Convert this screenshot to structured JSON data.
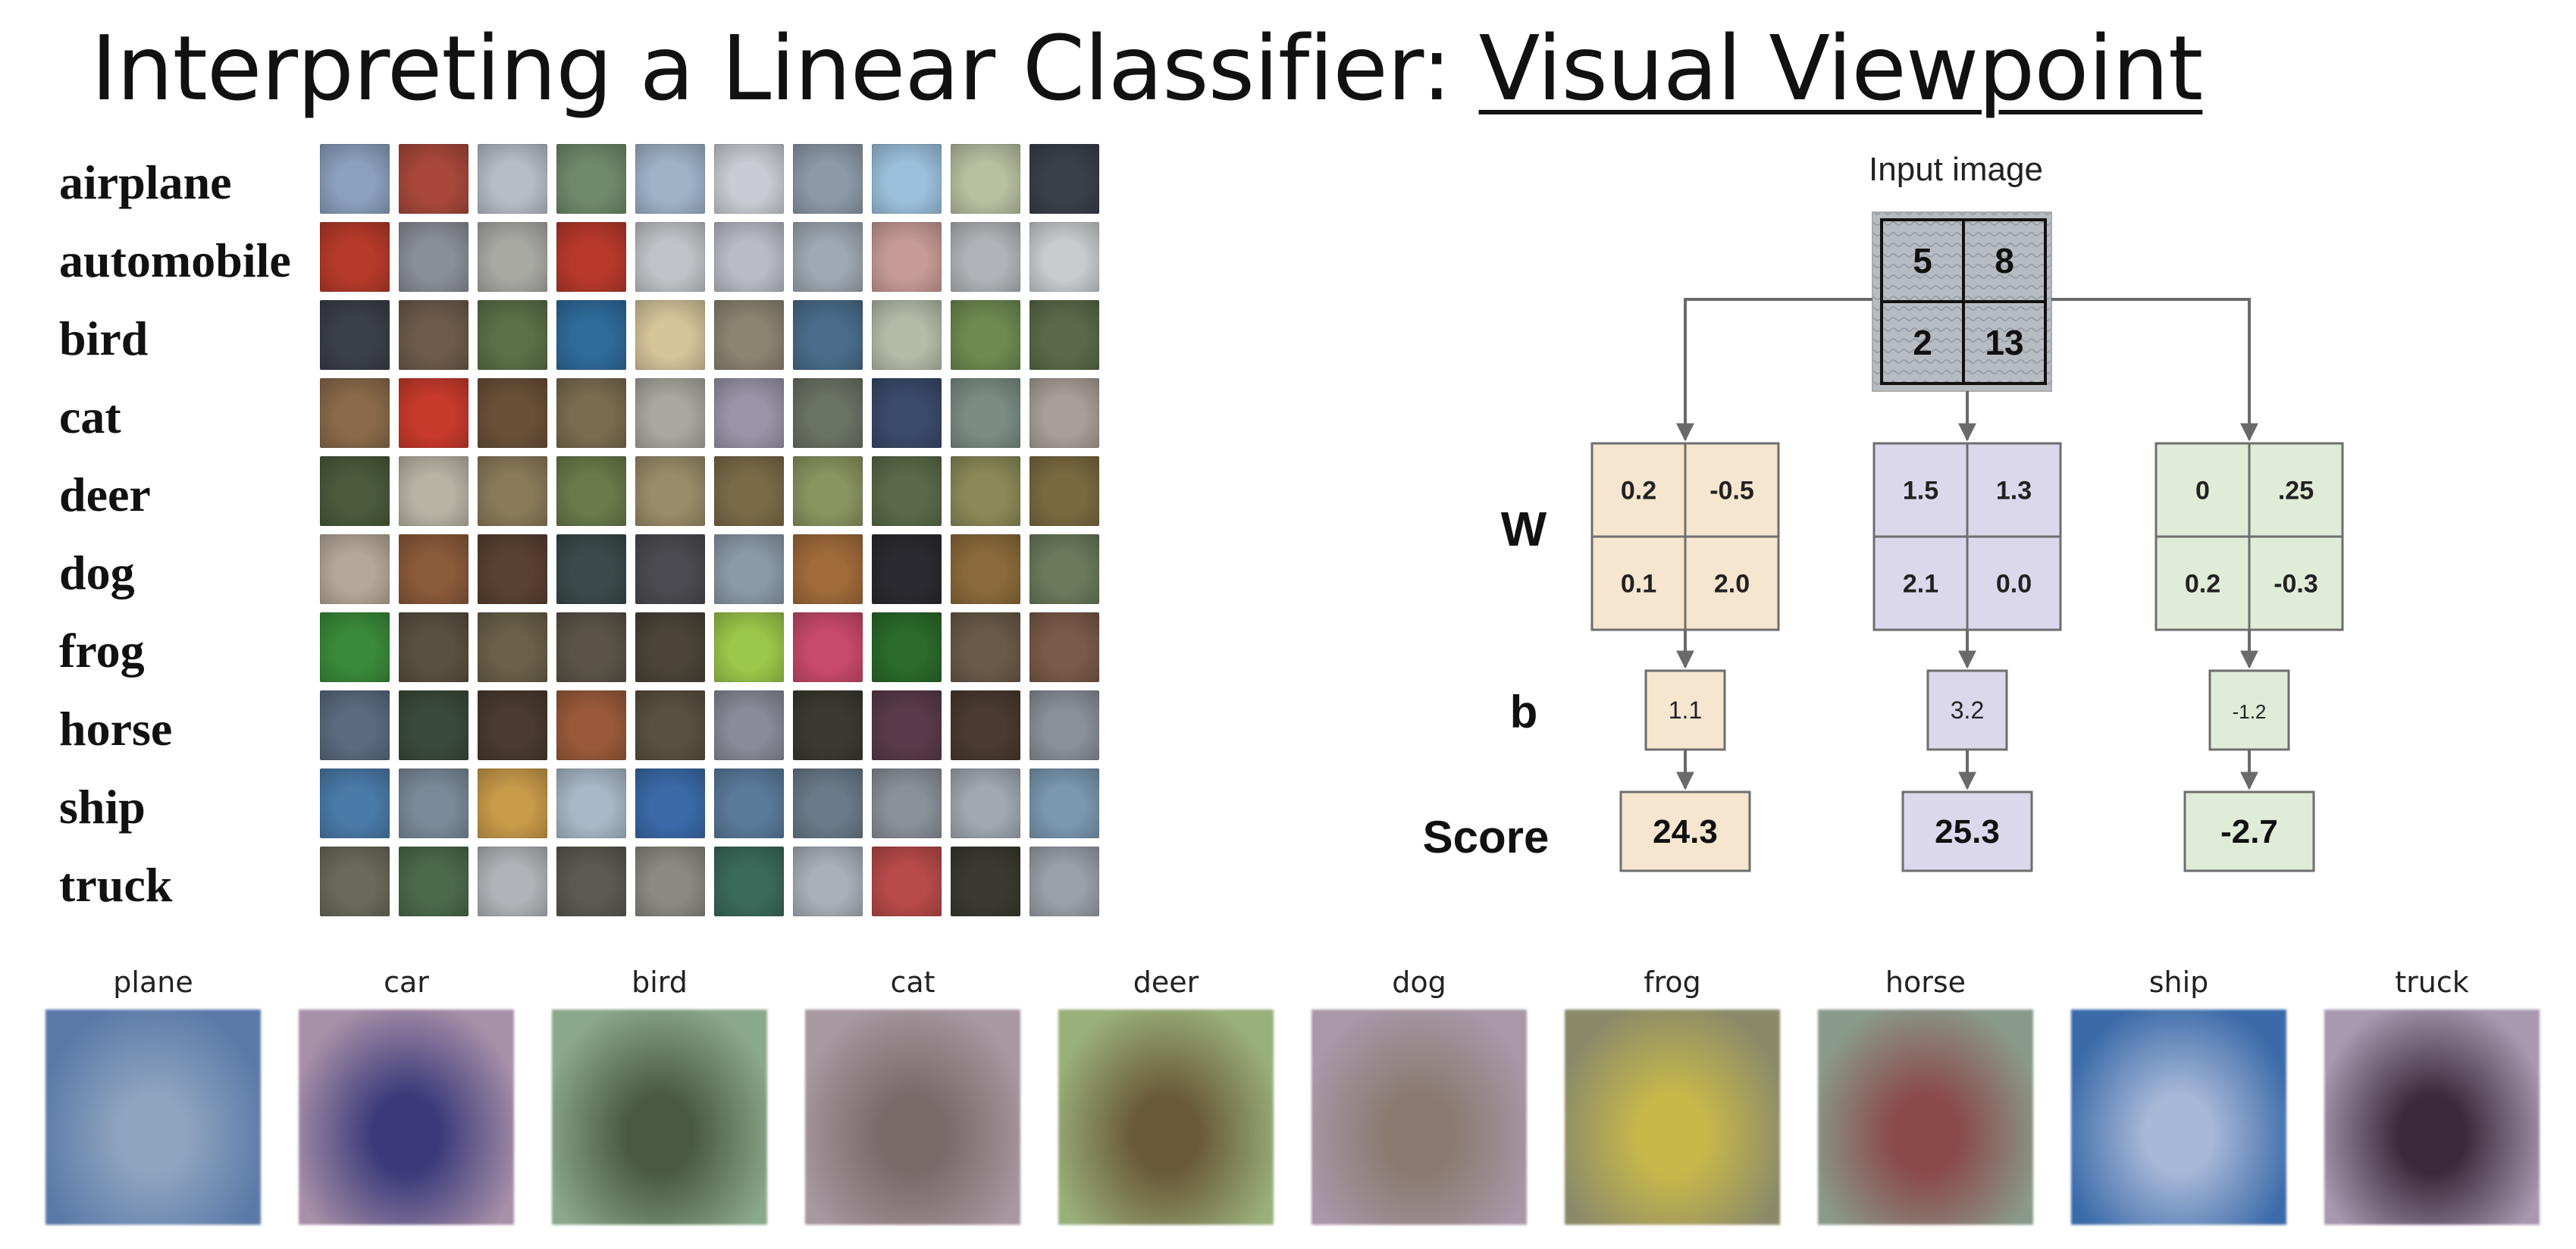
{
  "title": {
    "prefix": "Interpreting a Linear Classifier: ",
    "highlight": "Visual Viewpoint"
  },
  "cifar": {
    "classes": [
      {
        "label": "airplane",
        "thumbs": [
          "#8aa0bd",
          "#a8483a",
          "#b7bcc6",
          "#6f8a6a",
          "#9fb3c8",
          "#c9ccd2",
          "#8d99a8",
          "#9cc0dc",
          "#b8c0a0",
          "#3a3f4a"
        ]
      },
      {
        "label": "automobile",
        "thumbs": [
          "#b63a2a",
          "#8a8f96",
          "#a9a9a4",
          "#b8392c",
          "#c0c4c8",
          "#b9bcc4",
          "#9ea8b2",
          "#c79b95",
          "#b0b4b8",
          "#c8ccce"
        ]
      },
      {
        "label": "bird",
        "thumbs": [
          "#3b3f48",
          "#6e5a4a",
          "#5a7048",
          "#2f6a9a",
          "#d6c49a",
          "#8a8470",
          "#4a6c8a",
          "#b4bca8",
          "#6e8a50",
          "#5a6a48"
        ]
      },
      {
        "label": "cat",
        "thumbs": [
          "#8a6a4a",
          "#c83a2c",
          "#6a5038",
          "#7a6c50",
          "#a8a8a0",
          "#9a94a8",
          "#6a7264",
          "#3a4a6a",
          "#7a8c84",
          "#a8a098"
        ]
      },
      {
        "label": "deer",
        "thumbs": [
          "#4a5a3a",
          "#b8b4a4",
          "#8a7a5a",
          "#6a7a4a",
          "#9a8c6a",
          "#7a6a48",
          "#8a9460",
          "#5a6a48",
          "#8a8a58",
          "#7a6a40"
        ]
      },
      {
        "label": "dog",
        "thumbs": [
          "#b4a898",
          "#8a5a3a",
          "#5a4030",
          "#3a4a4a",
          "#4a4a50",
          "#8a9aa8",
          "#a06a3a",
          "#2a2a30",
          "#8a6a3a",
          "#6a7a5a"
        ]
      },
      {
        "label": "frog",
        "thumbs": [
          "#3a8a3a",
          "#5a5040",
          "#6a6048",
          "#5a5448",
          "#4a4438",
          "#9ac84a",
          "#c84a6a",
          "#2a6a2a",
          "#6a5a48",
          "#7a5a48"
        ]
      },
      {
        "label": "horse",
        "thumbs": [
          "#5a6a80",
          "#3a4a3a",
          "#4a3a30",
          "#9a5a3a",
          "#5a5040",
          "#8a8a98",
          "#3a3a30",
          "#5a3a4a",
          "#4a3a30",
          "#8a9098"
        ]
      },
      {
        "label": "ship",
        "thumbs": [
          "#4a7aa8",
          "#7a8a9a",
          "#c89a4a",
          "#a8b8c8",
          "#3a6aa8",
          "#5a7a9a",
          "#6a7a8a",
          "#8a9098",
          "#a0a8b0",
          "#7a98b0"
        ]
      },
      {
        "label": "truck",
        "thumbs": [
          "#6a6a5a",
          "#4a6a4a",
          "#b0b4b8",
          "#5a5a50",
          "#8a8a80",
          "#3a6a5a",
          "#a8b0b8",
          "#b84a4a",
          "#3a3a30",
          "#9aa0a8"
        ]
      }
    ]
  },
  "diagram": {
    "input_label": "Input image",
    "pixels": [
      "5",
      "8",
      "2",
      "13"
    ],
    "row_labels": {
      "w": "W",
      "b": "b",
      "score": "Score"
    },
    "classes": [
      {
        "w": [
          "0.2",
          "-0.5",
          "0.1",
          "2.0"
        ],
        "b": "1.1",
        "score": "24.3",
        "fill": "#f6e6cf",
        "line": "#6e6e6e"
      },
      {
        "w": [
          "1.5",
          "1.3",
          "2.1",
          "0.0"
        ],
        "b": "3.2",
        "score": "25.3",
        "fill": "#dcd8ec",
        "line": "#6e6e6e"
      },
      {
        "w": [
          "0",
          ".25",
          "0.2",
          "-0.3"
        ],
        "b": "-1.2",
        "score": "-2.7",
        "fill": "#e0ecd8",
        "line": "#6e6e6e"
      }
    ]
  },
  "templates": [
    {
      "label": "plane",
      "center": "#8fa4bf",
      "edge": "#5a78a8"
    },
    {
      "label": "car",
      "center": "#3a3a7a",
      "edge": "#a890a8"
    },
    {
      "label": "bird",
      "center": "#4a5a40",
      "edge": "#8aa88a"
    },
    {
      "label": "cat",
      "center": "#7a6a6a",
      "edge": "#a898a0"
    },
    {
      "label": "deer",
      "center": "#6a5a3a",
      "edge": "#9ab07a"
    },
    {
      "label": "dog",
      "center": "#8a7a70",
      "edge": "#a898a8"
    },
    {
      "label": "frog",
      "center": "#c8b84a",
      "edge": "#8a8a6a"
    },
    {
      "label": "horse",
      "center": "#8a4a4a",
      "edge": "#8a9a8a"
    },
    {
      "label": "ship",
      "center": "#a8b8d8",
      "edge": "#3a6aa8"
    },
    {
      "label": "truck",
      "center": "#3a2a3a",
      "edge": "#a898b0"
    }
  ]
}
